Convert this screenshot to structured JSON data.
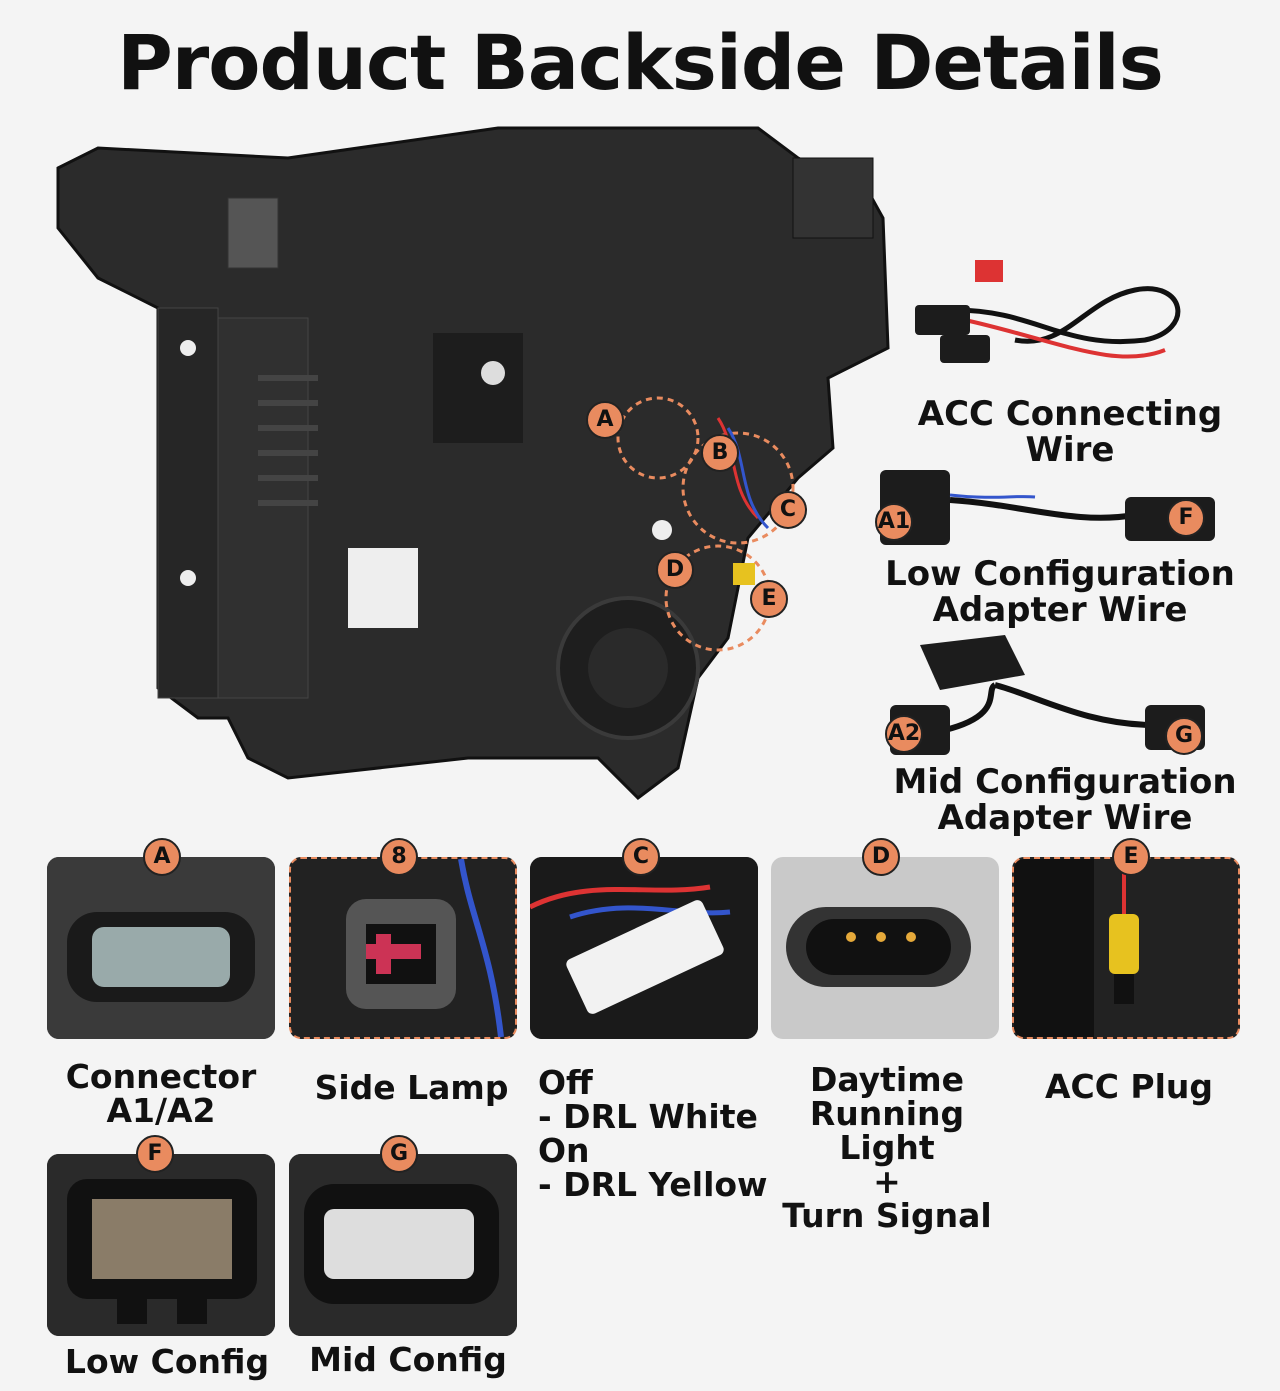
{
  "title": "Product Backside Details",
  "colors": {
    "accent": "#e98b5f",
    "background": "#f4f4f4",
    "housing": "#2a2a2a"
  },
  "hero": {
    "markers": [
      "A",
      "B",
      "C",
      "D",
      "E"
    ]
  },
  "accessories": [
    {
      "label": "ACC Connecting Wire"
    },
    {
      "label_line1": "Low Configuration",
      "label_line2": "Adapter Wire",
      "markers": [
        "A1",
        "F"
      ]
    },
    {
      "label_line1": "Mid Configuration",
      "label_line2": "Adapter Wire",
      "markers": [
        "A2",
        "G"
      ]
    }
  ],
  "details": [
    {
      "badge": "A",
      "caption_lines": [
        "Connector",
        "A1/A2"
      ]
    },
    {
      "badge": "8",
      "caption_lines": [
        "Side Lamp"
      ]
    },
    {
      "badge": "C",
      "caption_lines": [
        "Off",
        "- DRL White",
        "On",
        "- DRL Yellow"
      ]
    },
    {
      "badge": "D",
      "caption_lines": [
        "Daytime",
        "Running Light",
        "+",
        "Turn Signal"
      ]
    },
    {
      "badge": "E",
      "caption_lines": [
        "ACC Plug"
      ]
    },
    {
      "badge": "F",
      "caption_lines": [
        "Low Config"
      ]
    },
    {
      "badge": "G",
      "caption_lines": [
        "Mid Config"
      ]
    }
  ]
}
